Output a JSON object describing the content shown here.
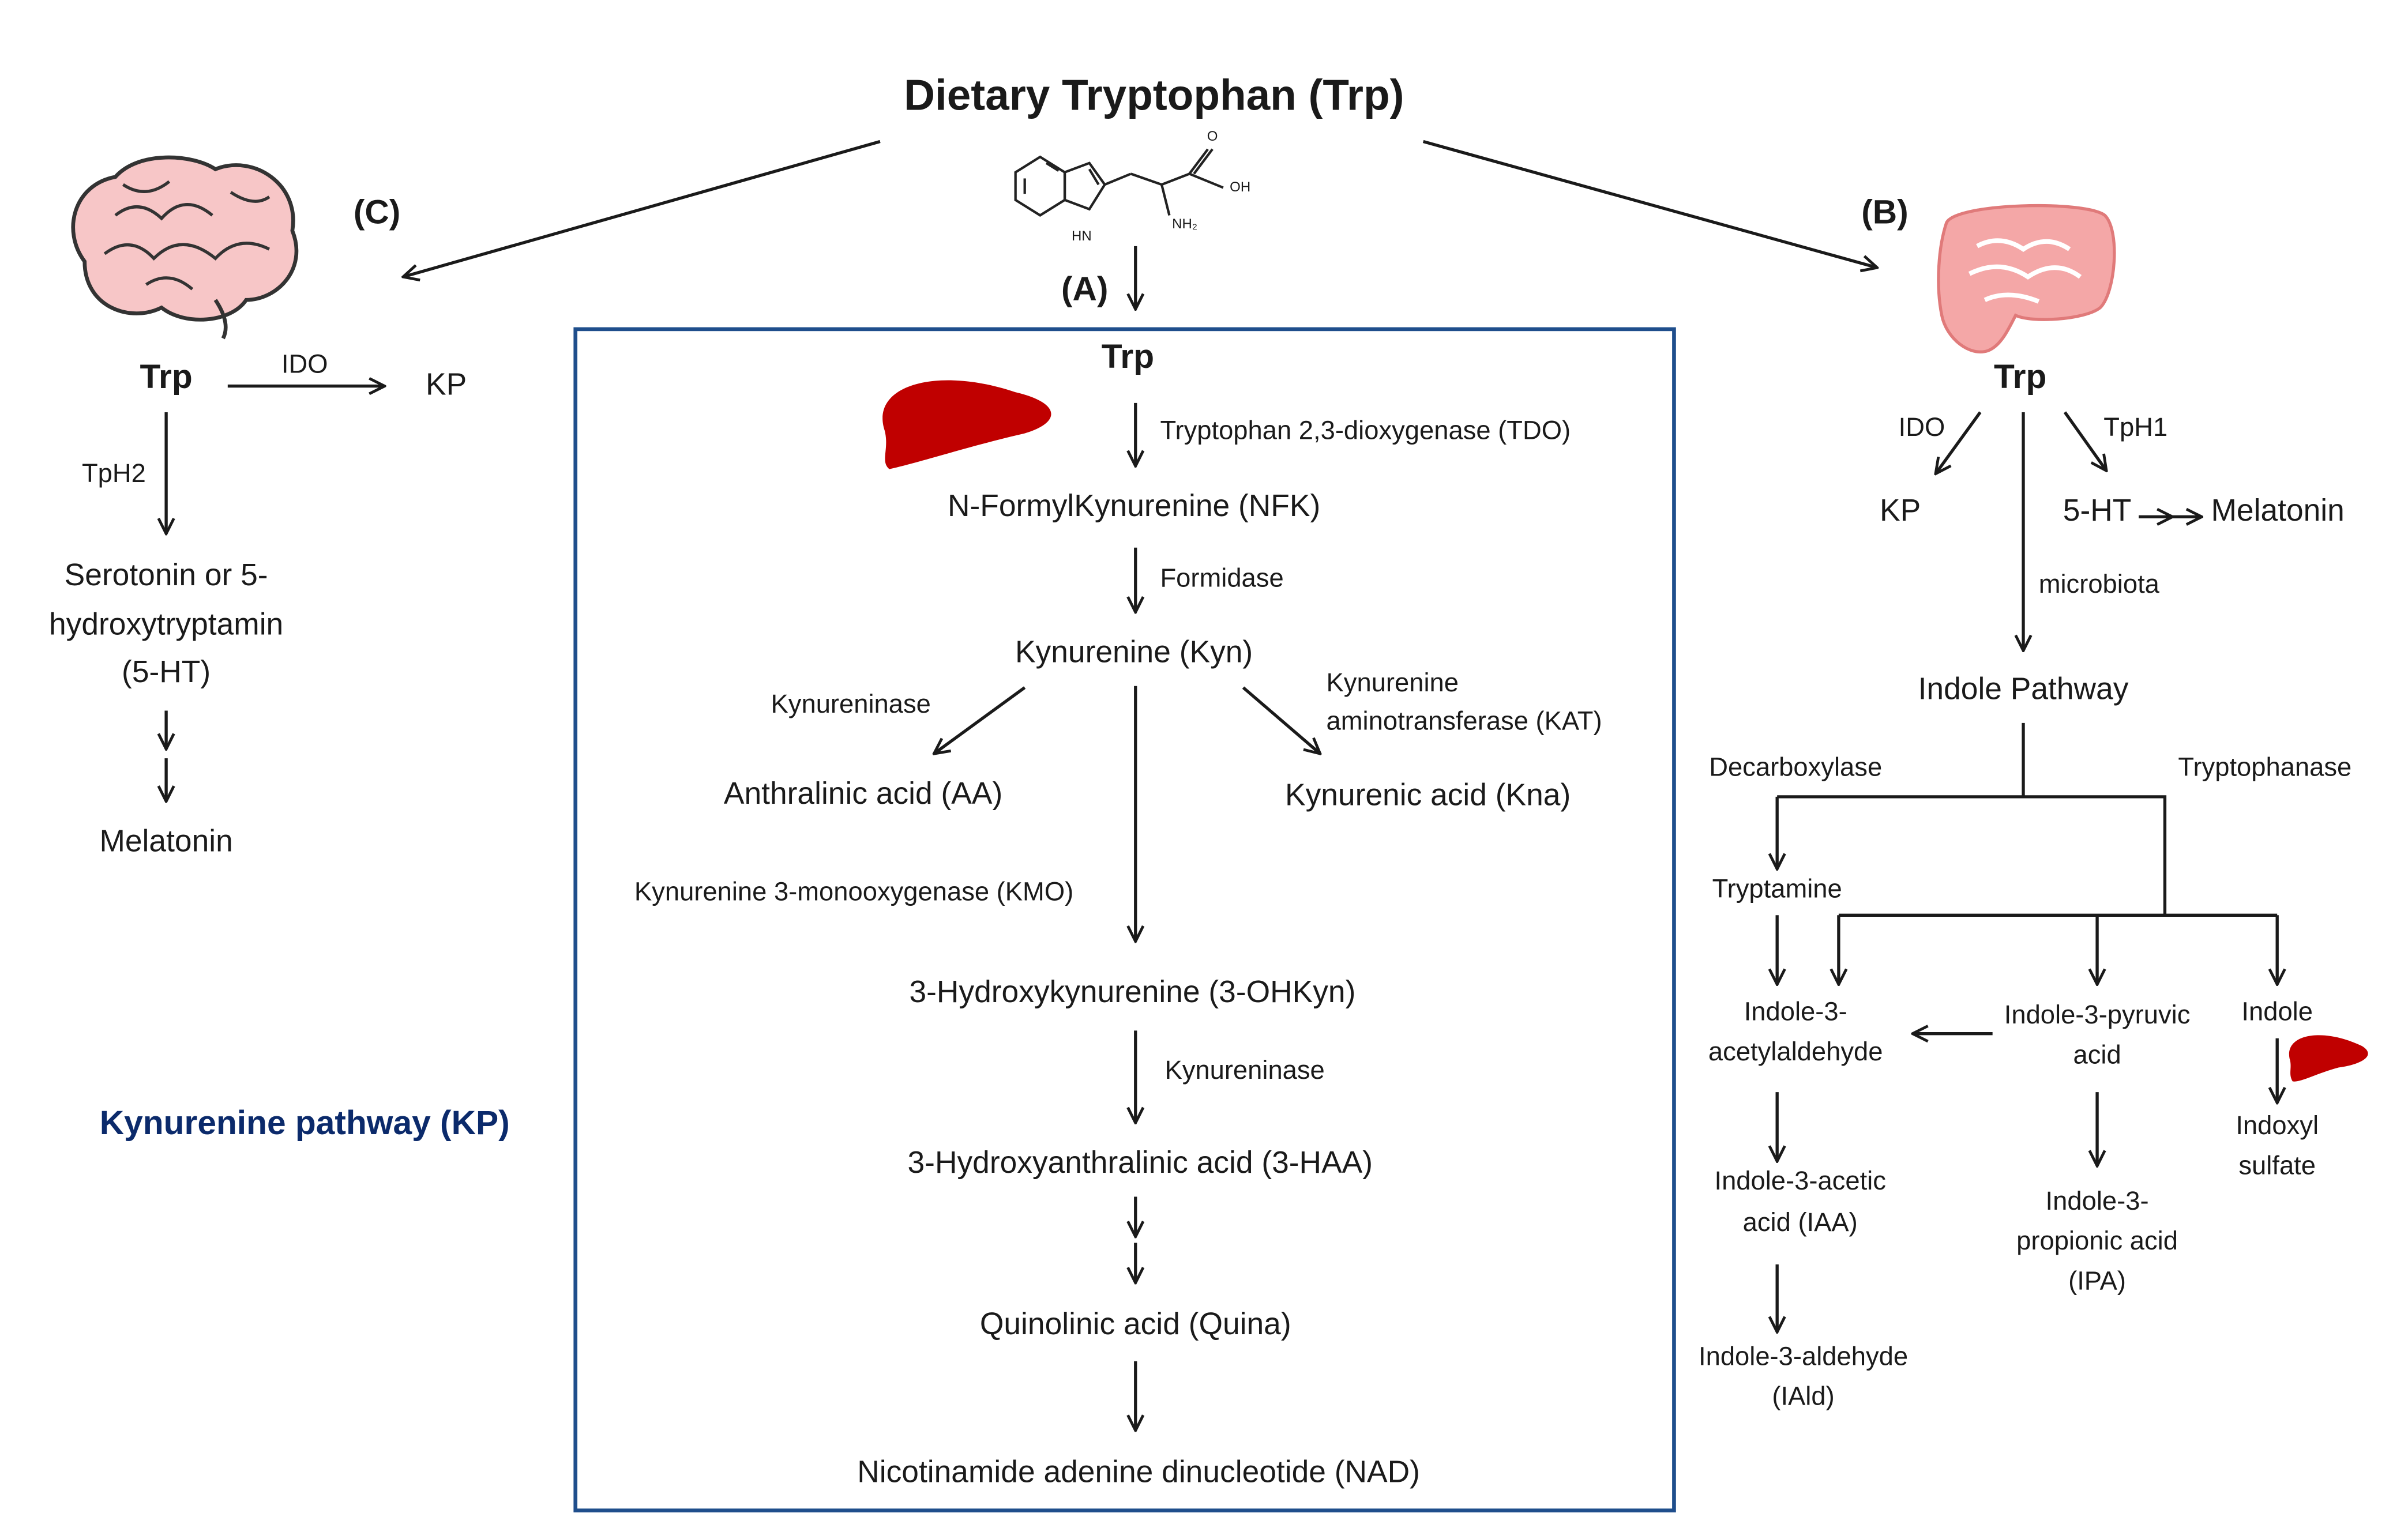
{
  "title": "Dietary Tryptophan (Trp)",
  "branches": {
    "A": "(A)",
    "B": "(B)",
    "C": "(C)"
  },
  "center": {
    "trp": "Trp",
    "tdo": "Tryptophan 2,3-dioxygenase (TDO)",
    "nfk": "N-FormylKynurenine (NFK)",
    "formidase": "Formidase",
    "kyn": "Kynurenine (Kyn)",
    "kynureninase_left": "Kynureninase",
    "kat_line1": "Kynurenine",
    "kat_line2": "aminotransferase (KAT)",
    "aa": "Anthralinic acid (AA)",
    "kna": "Kynurenic acid (Kna)",
    "kmo": "Kynurenine 3-monooxygenase (KMO)",
    "ohkyn": "3-Hydroxykynurenine (3-OHKyn)",
    "kynureninase_2": "Kynureninase",
    "haa": "3-Hydroxyanthralinic acid (3-HAA)",
    "quina": "Quinolinic acid (Quina)",
    "nad": "Nicotinamide adenine dinucleotide (NAD)"
  },
  "molecule": {
    "hn": "HN",
    "nh2": "NH₂",
    "oh": "OH",
    "o": "O"
  },
  "left": {
    "trp": "Trp",
    "ido": "IDO",
    "kp": "KP",
    "tph2": "TpH2",
    "serotonin_line1": "Serotonin or 5-",
    "serotonin_line2": "hydroxytryptamin",
    "serotonin_line3": "(5-HT)",
    "melatonin": "Melatonin"
  },
  "right": {
    "trp": "Trp",
    "ido": "IDO",
    "tph1": "TpH1",
    "kp": "KP",
    "ht": "5-HT",
    "melatonin": "Melatonin",
    "microbiota": "microbiota",
    "indole_pathway": "Indole Pathway",
    "decarboxylase": "Decarboxylase",
    "tryptophanase": "Tryptophanase",
    "tryptamine": "Tryptamine",
    "ia_line1": "Indole-3-",
    "ia_line2": "acetylaldehyde",
    "ipyr_line1": "Indole-3-pyruvic",
    "ipyr_line2": "acid",
    "indole": "Indole",
    "indoxyl_line1": "Indoxyl",
    "indoxyl_line2": "sulfate",
    "iaa_line1": "Indole-3-acetic",
    "iaa_line2": "acid (IAA)",
    "ipa_line1": "Indole-3-",
    "ipa_line2": "propionic acid",
    "ipa_line3": "(IPA)",
    "iald_line1": "Indole-3-aldehyde",
    "iald_line2": "(IAld)"
  },
  "footer_label": "Kynurenine pathway (KP)",
  "colors": {
    "box_border": "#1f4e8c",
    "label_blue": "#0b2a6b",
    "liver": "#c00000",
    "brain_fill": "#f7c6c7",
    "gut_fill": "#f4a7a7",
    "line": "#1a1a1a"
  },
  "icons": [
    "brain-icon",
    "liver-icon",
    "intestine-icon",
    "tryptophan-molecule-icon"
  ]
}
